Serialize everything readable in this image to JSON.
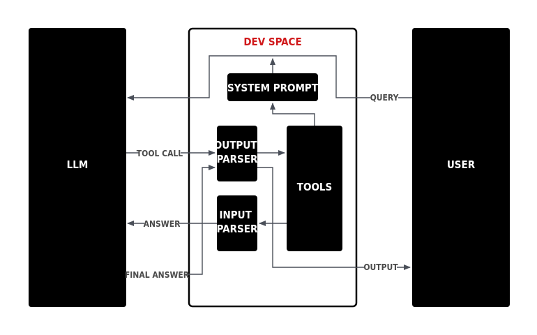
{
  "dev_space": {
    "title": "DEV SPACE"
  },
  "nodes": {
    "llm": "LLM",
    "user": "USER",
    "system_prompt": "SYSTEM PROMPT",
    "output_parser": [
      "OUTPUT",
      "PARSER"
    ],
    "input_parser": [
      "INPUT",
      "PARSER"
    ],
    "tools": "TOOLS"
  },
  "edges": {
    "query": "QUERY",
    "tool_call": "TOOL CALL",
    "answer": "ANSWER",
    "final_answer": "FINAL ANSWER",
    "output": "OUTPUT"
  },
  "colors": {
    "box": "#000000",
    "title": "#d0191b",
    "arrow": "#4a4f59",
    "label": "#4a4a4a"
  }
}
